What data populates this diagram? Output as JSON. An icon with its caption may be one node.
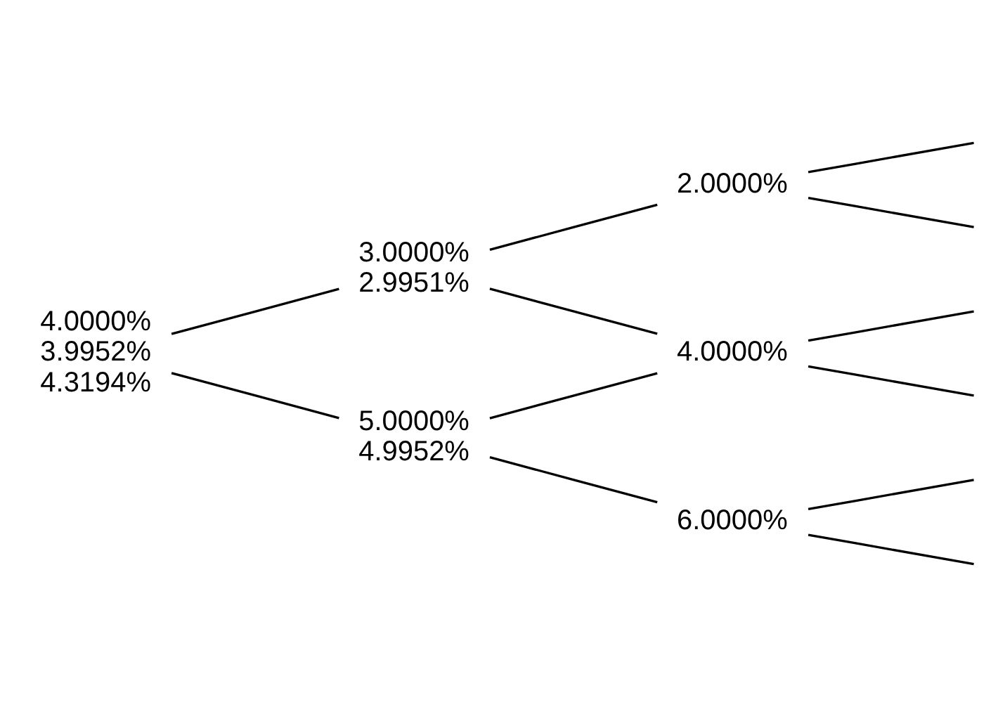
{
  "diagram": {
    "nodes": [
      {
        "text": [
          "4.0000%",
          "3.9952%",
          "4.3194%"
        ]
      },
      {
        "text": [
          "3.0000%",
          "2.9951%"
        ]
      },
      {
        "text": [
          "5.0000%",
          "4.9952%"
        ]
      },
      {
        "text": [
          "2.0000%"
        ]
      },
      {
        "text": [
          "4.0000%"
        ]
      },
      {
        "text": [
          "6.0000%"
        ]
      }
    ],
    "edges": [
      {
        "from": 0,
        "to": 1,
        "arrow": "none"
      },
      {
        "from": 0,
        "to": 2,
        "arrow": "none"
      },
      {
        "from": 1,
        "to": 3,
        "arrow": "none"
      },
      {
        "from": 1,
        "to": 4,
        "arrow": "none"
      },
      {
        "from": 2,
        "to": 4,
        "arrow": "none"
      },
      {
        "from": 2,
        "to": 5,
        "arrow": "none"
      },
      {
        "from": 3,
        "to": null,
        "arrow": "none"
      },
      {
        "from": 3,
        "to": null,
        "arrow": "none"
      },
      {
        "from": 4,
        "to": null,
        "arrow": "none"
      },
      {
        "from": 4,
        "to": null,
        "arrow": "none"
      },
      {
        "from": 5,
        "to": null,
        "arrow": "none"
      },
      {
        "from": 5,
        "to": null,
        "arrow": "none"
      }
    ]
  }
}
